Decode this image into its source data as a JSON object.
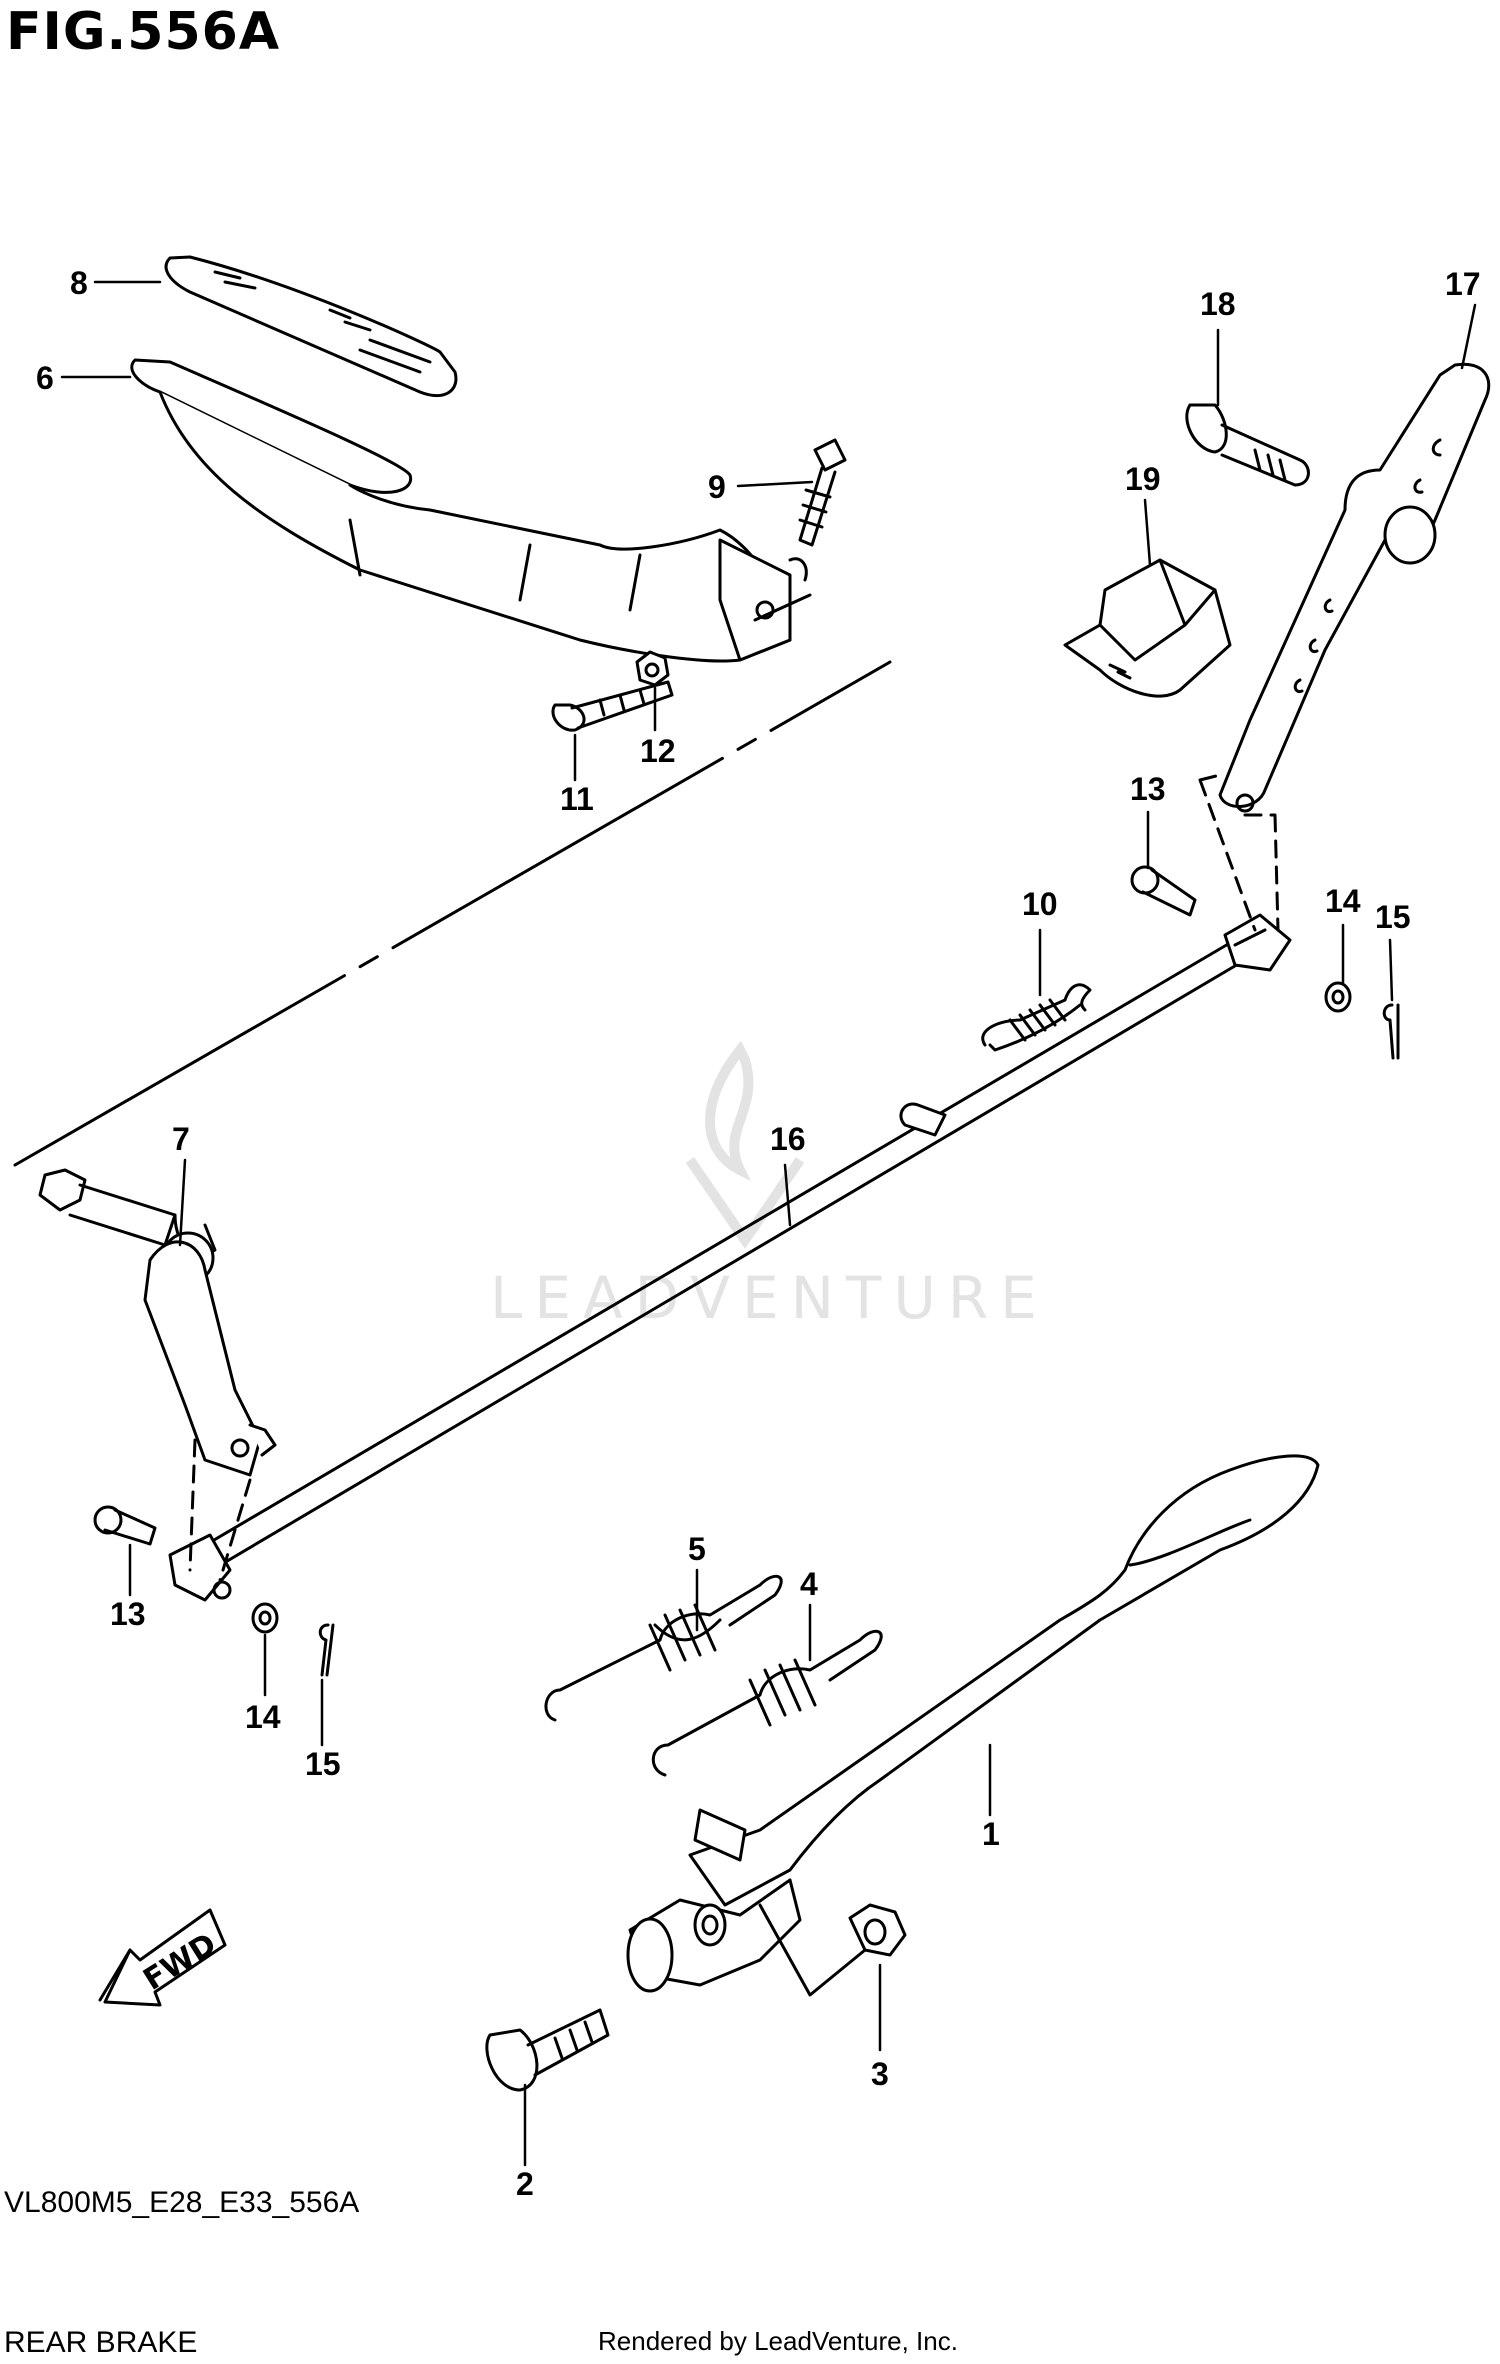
{
  "figure": {
    "title": "FIG.556A"
  },
  "callouts": [
    {
      "id": "label-1",
      "text": "1"
    },
    {
      "id": "label-2",
      "text": "2"
    },
    {
      "id": "label-3",
      "text": "3"
    },
    {
      "id": "label-4",
      "text": "4"
    },
    {
      "id": "label-5",
      "text": "5"
    },
    {
      "id": "label-6",
      "text": "6"
    },
    {
      "id": "label-7",
      "text": "7"
    },
    {
      "id": "label-8",
      "text": "8"
    },
    {
      "id": "label-9",
      "text": "9"
    },
    {
      "id": "label-10",
      "text": "10"
    },
    {
      "id": "label-11",
      "text": "11"
    },
    {
      "id": "label-12",
      "text": "12"
    },
    {
      "id": "label-13a",
      "text": "13"
    },
    {
      "id": "label-13b",
      "text": "13"
    },
    {
      "id": "label-14a",
      "text": "14"
    },
    {
      "id": "label-14b",
      "text": "14"
    },
    {
      "id": "label-15a",
      "text": "15"
    },
    {
      "id": "label-15b",
      "text": "15"
    },
    {
      "id": "label-16",
      "text": "16"
    },
    {
      "id": "label-17",
      "text": "17"
    },
    {
      "id": "label-18",
      "text": "18"
    },
    {
      "id": "label-19",
      "text": "19"
    }
  ],
  "direction_arrow": {
    "label": "FWD"
  },
  "watermark": {
    "text": "LEADVENTURE"
  },
  "footer": {
    "model_code": "VL800M5_E28_E33_556A",
    "section_name": "REAR BRAKE",
    "rendered_by": "Rendered by LeadVenture, Inc."
  }
}
